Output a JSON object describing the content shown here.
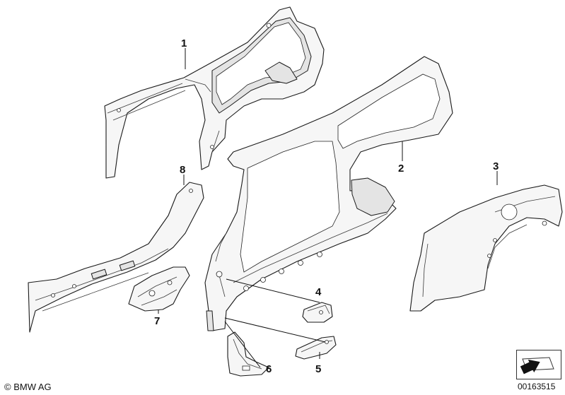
{
  "callouts": [
    {
      "id": "1",
      "label": "1"
    },
    {
      "id": "2",
      "label": "2"
    },
    {
      "id": "3",
      "label": "3"
    },
    {
      "id": "4",
      "label": "4"
    },
    {
      "id": "5",
      "label": "5"
    },
    {
      "id": "6",
      "label": "6"
    },
    {
      "id": "7",
      "label": "7"
    },
    {
      "id": "8",
      "label": "8"
    }
  ],
  "footer": {
    "copyright": "© BMW AG",
    "reference": "00163515"
  }
}
